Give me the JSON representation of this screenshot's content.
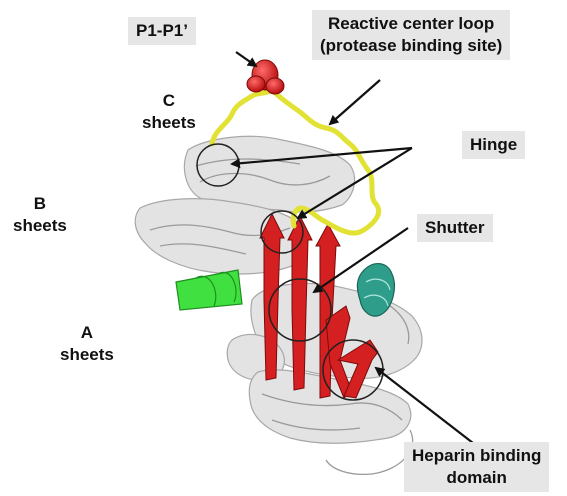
{
  "labels": {
    "p1": "P1-P1’",
    "rcl_line1": "Reactive center loop",
    "rcl_line2": "(protease binding site)",
    "hinge": "Hinge",
    "shutter": "Shutter",
    "heparin_line1": "Heparin binding",
    "heparin_line2": "domain",
    "c_line1": "C",
    "c_line2": "sheets",
    "b_line1": "B",
    "b_line2": "sheets",
    "a_line1": "A",
    "a_line2": "sheets"
  },
  "colors": {
    "protein_gray": "#d9d9d9",
    "strand_red": "#d42020",
    "loop_yellow": "#e2e234",
    "helix_green": "#3ee03e",
    "helix_teal": "#2a9e8a",
    "label_box": "#e6e6e6"
  }
}
